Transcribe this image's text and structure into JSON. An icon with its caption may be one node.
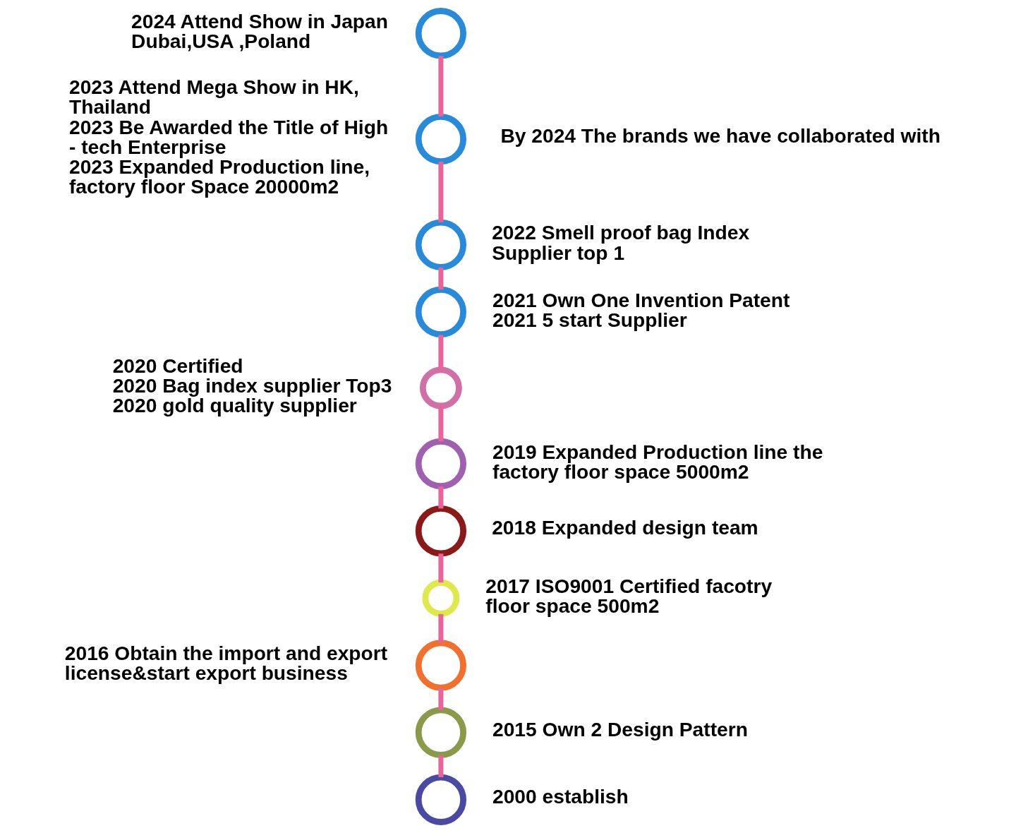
{
  "diagram": {
    "nodes": [
      {
        "text": [],
        "shape": "circle",
        "beside": [
          "2000 establish"
        ]
      },
      {
        "text": [],
        "shape": "circle",
        "beside": [
          "2015 Own 2 Design Pattern"
        ]
      },
      {
        "text": [],
        "shape": "circle",
        "beside": [
          "2016 Obtain the import and export license&start export business"
        ]
      },
      {
        "text": [],
        "shape": "circle",
        "beside": [
          "2017 ISO9001 Certified facotry floor space 500m2"
        ]
      },
      {
        "text": [],
        "shape": "circle",
        "beside": [
          "2018 Expanded design team"
        ]
      },
      {
        "text": [],
        "shape": "circle",
        "beside": [
          "2019 Expanded Production line the factory floor space 5000m2"
        ]
      },
      {
        "text": [],
        "shape": "circle",
        "beside": [
          "2020 Certified",
          "2020 Bag index supplier Top3",
          "2020 gold quality supplier"
        ]
      },
      {
        "text": [],
        "shape": "circle",
        "beside": [
          "2021 Own One Invention Patent",
          "2021 5 start Supplier"
        ]
      },
      {
        "text": [],
        "shape": "circle",
        "beside": [
          "2022 Smell proof bag Index Supplier top 1"
        ]
      },
      {
        "text": [],
        "shape": "circle",
        "beside": [
          "2023 Attend Mega Show in HK, Thailand",
          "2023 Be Awarded the Title of High - tech Enterprise",
          "2023 Expanded Production line, factory floor Space 20000m2"
        ]
      },
      {
        "text": [],
        "shape": "circle",
        "beside": [
          "2024 Attend Show in Japan Dubai,USA ,Poland"
        ]
      }
    ],
    "edges": [
      {
        "from": 0,
        "to": 1,
        "arrow": "none"
      },
      {
        "from": 1,
        "to": 2,
        "arrow": "none"
      },
      {
        "from": 2,
        "to": 3,
        "arrow": "none"
      },
      {
        "from": 3,
        "to": 4,
        "arrow": "none"
      },
      {
        "from": 4,
        "to": 5,
        "arrow": "none"
      },
      {
        "from": 5,
        "to": 6,
        "arrow": "none"
      },
      {
        "from": 6,
        "to": 7,
        "arrow": "none"
      },
      {
        "from": 7,
        "to": 8,
        "arrow": "none"
      },
      {
        "from": 8,
        "to": 9,
        "arrow": "none"
      },
      {
        "from": 9,
        "to": 10,
        "arrow": "none"
      }
    ],
    "labels": [
      "By 2024 The brands we have collaborated with"
    ]
  }
}
